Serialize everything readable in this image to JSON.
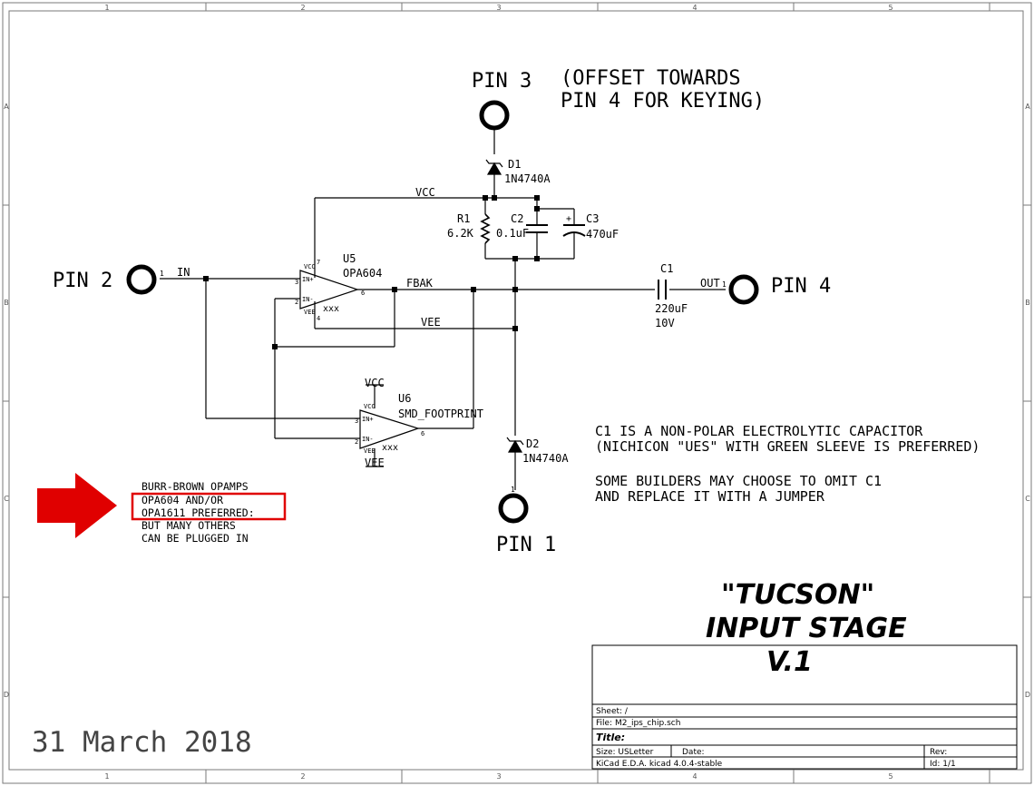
{
  "frame": {
    "columns": [
      "1",
      "2",
      "3",
      "4",
      "5"
    ],
    "rows": [
      "A",
      "B",
      "C",
      "D"
    ]
  },
  "connectors": {
    "pin3": "PIN 3",
    "pin2": "PIN 2",
    "pin4": "PIN 4",
    "pin1": "PIN 1"
  },
  "offset_note": [
    "(OFFSET TOWARDS",
    "PIN 4 FOR KEYING)"
  ],
  "nets": {
    "vcc_top": "VCC",
    "in": "IN",
    "fbak": "FBAK",
    "vee": "VEE",
    "out": "OUT",
    "vcc_u6": "VCC",
    "vee_u6": "VEE"
  },
  "components": {
    "d1": {
      "ref": "D1",
      "value": "1N4740A"
    },
    "r1": {
      "ref": "R1",
      "value": "6.2K"
    },
    "c2": {
      "ref": "C2",
      "value": "0.1uF"
    },
    "c3": {
      "ref": "C3",
      "value": "470uF"
    },
    "u5": {
      "ref": "U5",
      "value": "OPA604"
    },
    "c1": {
      "ref": "C1",
      "value": "220uF",
      "voltage": "10V"
    },
    "u6": {
      "ref": "U6",
      "value": "SMD_FOOTPRINT"
    },
    "d2": {
      "ref": "D2",
      "value": "1N4740A"
    }
  },
  "opamp_pins": {
    "vcc": "VCC",
    "in_plus": "IN+",
    "in_minus": "IN-",
    "vee": "VEE",
    "p1": "1",
    "p2": "2",
    "p3": "3",
    "p6": "6",
    "p7": "7",
    "p4": "4"
  },
  "c1_note": [
    "C1 IS A NON-POLAR ELECTROLYTIC CAPACITOR",
    "(NICHICON \"UES\" WITH GREEN SLEEVE IS PREFERRED)",
    "SOME BUILDERS MAY CHOOSE TO OMIT C1",
    "AND REPLACE IT WITH A JUMPER"
  ],
  "opamp_note": [
    "BURR-BROWN OPAMPS",
    "OPA604 AND/OR",
    "OPA1611 PREFERRED:",
    "BUT MANY OTHERS",
    "CAN BE PLUGGED IN"
  ],
  "title_art": [
    "\"TUCSON\"",
    "INPUT STAGE",
    "V.1"
  ],
  "date": "31 March 2018",
  "title_block": {
    "sheet": "Sheet: /",
    "file": "File: M2_ips_chip.sch",
    "title": "Title:",
    "size": "Size: USLetter",
    "date": "Date:",
    "rev": "Rev:",
    "kicad": "KiCad E.D.A.  kicad 4.0.4-stable",
    "id": "Id: 1/1"
  },
  "colors": {
    "ink": "#000000",
    "border": "#7a7a7a",
    "highlight": "#e00000"
  }
}
